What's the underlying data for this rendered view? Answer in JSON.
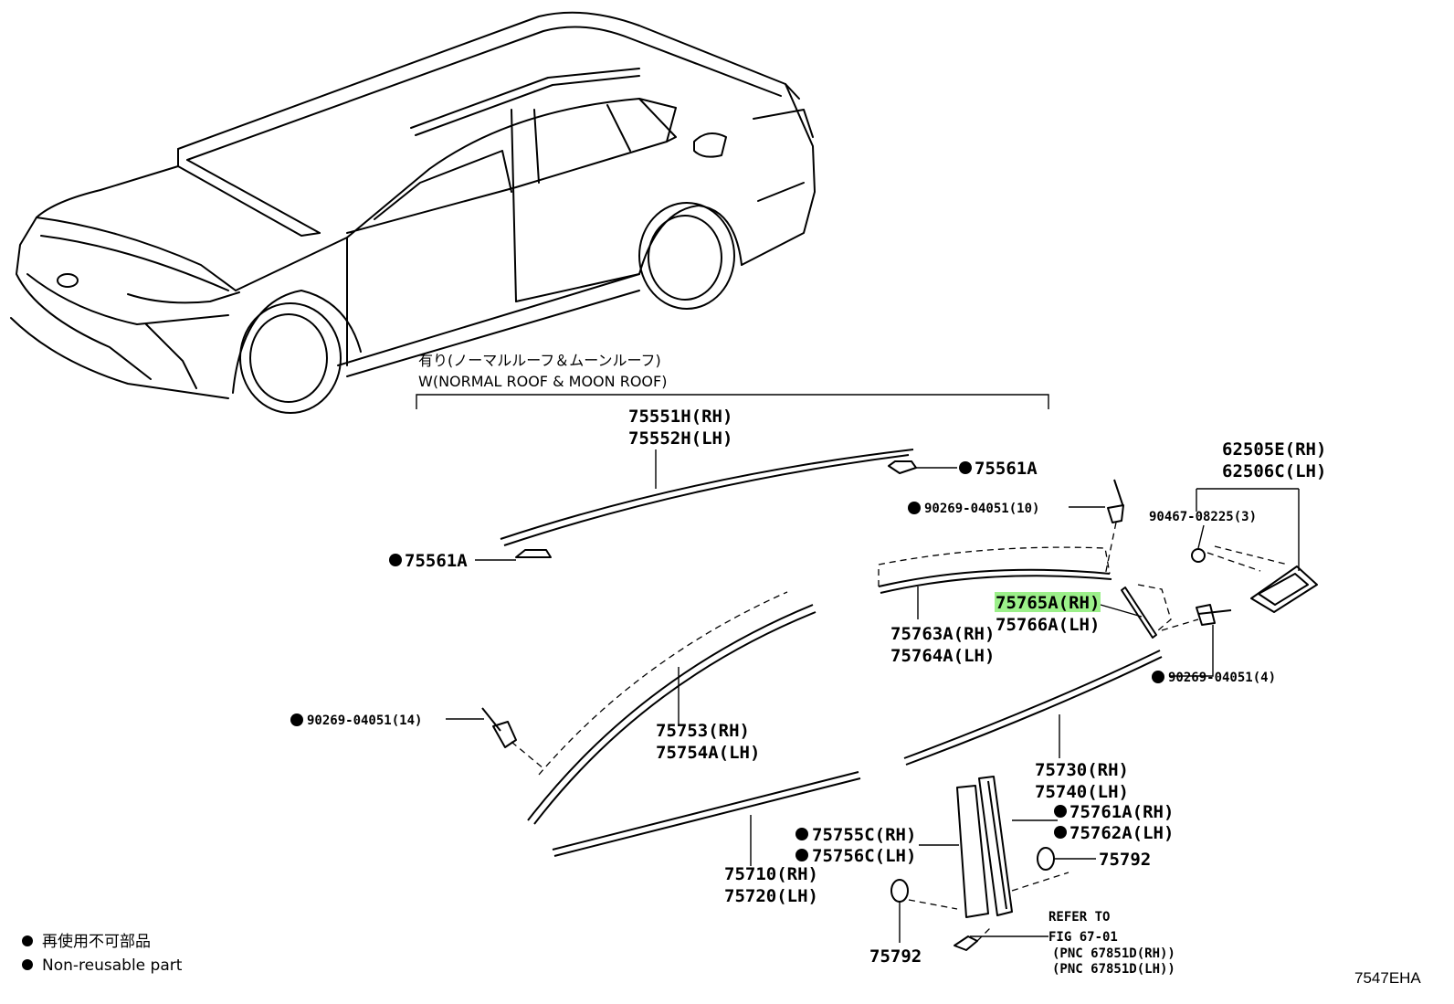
{
  "header": {
    "condition_jp": "有り(ノーマルルーフ＆ムーンルーフ)",
    "condition_en": "W(NORMAL ROOF & MOON ROOF)"
  },
  "parts": {
    "p75551": [
      "75551H(RH)",
      "75552H(LH)"
    ],
    "p75561_right": "75561A",
    "p75561_left": "75561A",
    "p90269_10": "90269-04051(10)",
    "p62505": [
      "62505E(RH)",
      "62506C(LH)"
    ],
    "p90467": "90467-08225(3)",
    "p75765": [
      "75765A(RH)",
      "75766A(LH)"
    ],
    "p75763": [
      "75763A(RH)",
      "75764A(LH)"
    ],
    "p90269_4": "90269-04051(4)",
    "p90269_14": "90269-04051(14)",
    "p75753": [
      "75753(RH)",
      "75754A(LH)"
    ],
    "p75730": [
      "75730(RH)",
      "75740(LH)"
    ],
    "p75761": [
      "75761A(RH)",
      "75762A(LH)"
    ],
    "p75755": [
      "75755C(RH)",
      "75756C(LH)"
    ],
    "p75792_right": "75792",
    "p75710": [
      "75710(RH)",
      "75720(LH)"
    ],
    "p75792_bottom": "75792",
    "refer": [
      "REFER TO",
      "FIG 67-01",
      "(PNC 67851D(RH))",
      "(PNC 67851D(LH))"
    ]
  },
  "highlight_color": "#9cf08a",
  "legend": {
    "jp": "再使用不可部品",
    "en": "Non-reusable part"
  },
  "figure_code": "7547EHA"
}
